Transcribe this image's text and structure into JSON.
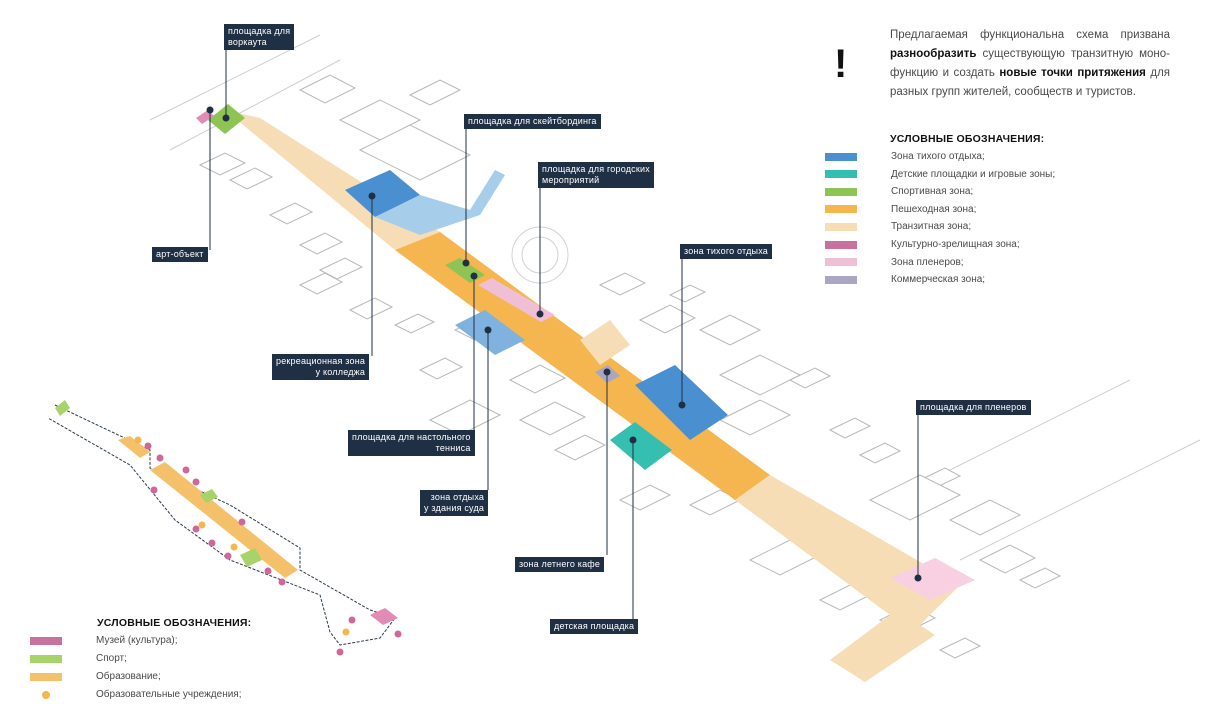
{
  "intro": {
    "p1": "Предлагаемая функциональна схема призвана ",
    "b1": "разнообразить",
    "p2": " существующую транзитную моно-функцию и создать ",
    "b2": "новые точки притяжения",
    "p3": " для разных групп жителей, сообществ и туристов.",
    "mark": "!"
  },
  "legend_right": {
    "title": "УСЛОВНЫЕ ОБОЗНАЧЕНИЯ:",
    "items": [
      {
        "label": "Зона тихого отдыха;",
        "color": "#4a8fd0"
      },
      {
        "label": "Детские площадки и игровые зоны;",
        "color": "#35bfb0"
      },
      {
        "label": "Спортивная зона;",
        "color": "#8dc453"
      },
      {
        "label": "Пешеходная зона;",
        "color": "#f5b54f"
      },
      {
        "label": "Транзитная зона;",
        "color": "#f7ddb5"
      },
      {
        "label": "Культурно-зрелищная зона;",
        "color": "#c8709e"
      },
      {
        "label": "Зона пленеров;",
        "color": "#efbfd6"
      },
      {
        "label": "Коммерческая зона;",
        "color": "#aaa6c2"
      }
    ]
  },
  "legend_left": {
    "title": "УСЛОВНЫЕ ОБОЗНАЧЕНИЯ:",
    "items": [
      {
        "label": "Музей (культура);",
        "color": "#c8709e",
        "kind": "bar"
      },
      {
        "label": "Спорт;",
        "color": "#a8d36a",
        "kind": "bar"
      },
      {
        "label": "Образование;",
        "color": "#f5c06a",
        "kind": "bar"
      },
      {
        "label": "Образовательные учреждения;",
        "color": "#f5b54f",
        "kind": "dot"
      }
    ]
  },
  "callouts": {
    "workout": "площадка для\nворкаута",
    "art": "арт-объект",
    "skate": "площадка для скейтбординга",
    "events": "площадка для городских\nмероприятий",
    "quiet": "зона тихого отдыха",
    "recreation": "рекреационная зона\nу колледжа",
    "tennis": "площадка для настольного\nтенниса",
    "court": "зона отдыха\nу здания суда",
    "cafe": "зона летнего кафе",
    "plein": "площадка для пленеров",
    "playground": "детская площадка"
  },
  "colors": {
    "quiet": "#4a8fd0",
    "kids": "#35bfb0",
    "sport": "#8dc453",
    "pedestrian": "#f5b54f",
    "transit": "#f7ddb5",
    "culture": "#c8709e",
    "plein": "#efbfd6",
    "commerce": "#aaa6c2",
    "callout": "#1f3044"
  }
}
